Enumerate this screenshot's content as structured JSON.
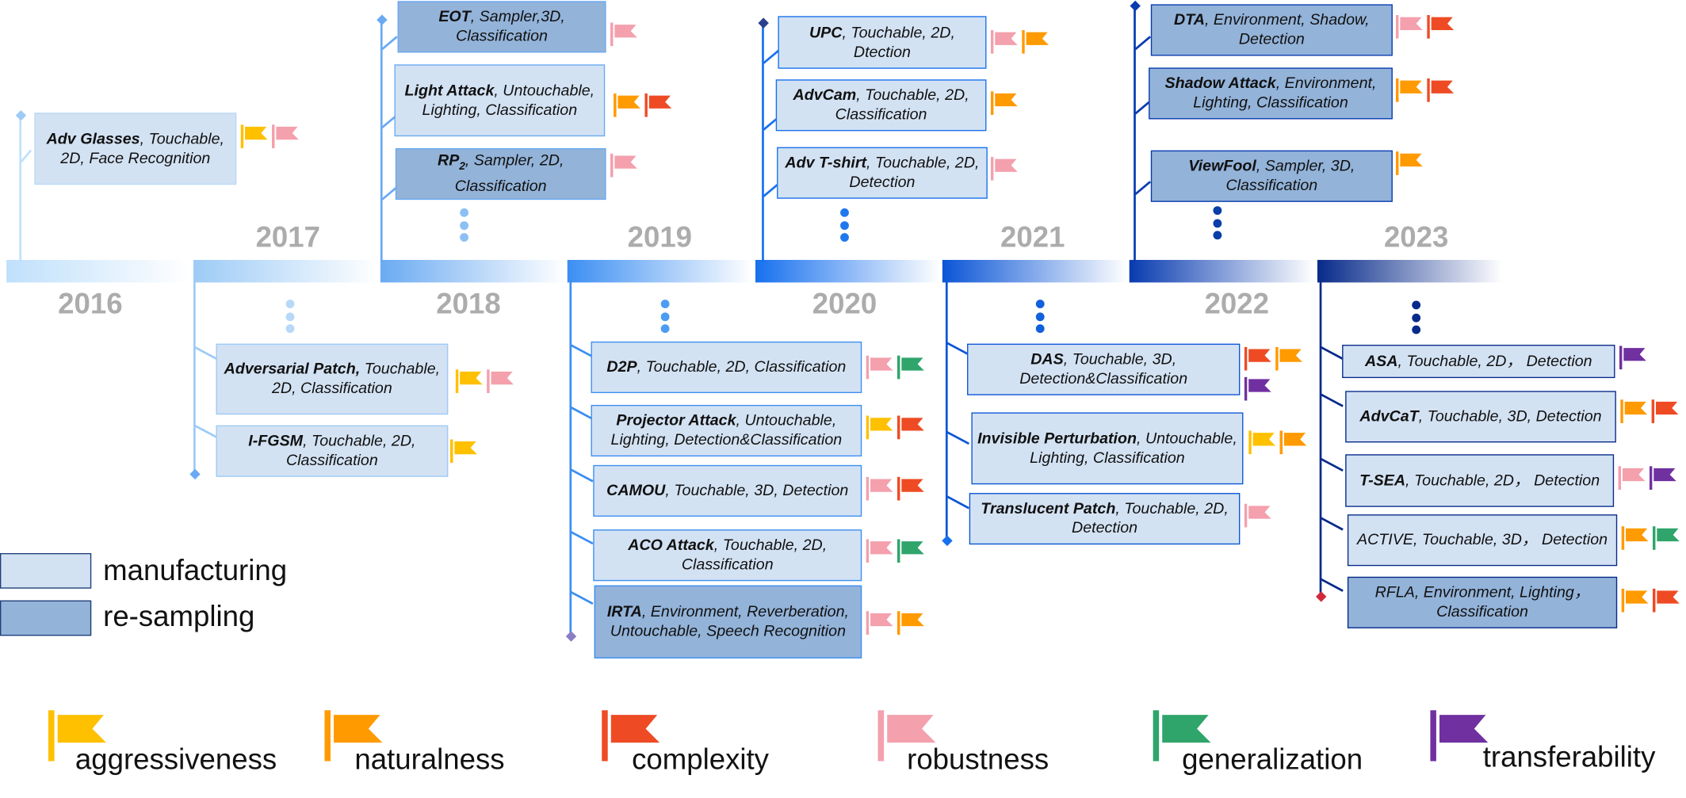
{
  "years": [
    "2016",
    "2017",
    "2018",
    "2019",
    "2020",
    "2021",
    "2022",
    "2023"
  ],
  "flag_colors": {
    "aggressiveness": "#ffc000",
    "naturalness": "#ff9a00",
    "complexity": "#ee4b24",
    "robustness": "#f4a0ad",
    "generalization": "#2fa56b",
    "transferability": "#7030a0"
  },
  "papers": [
    {
      "name": "Adv Glasses",
      "rest": ", Touchable, 2D, Face Recognition",
      "flags": [
        "aggressiveness",
        "robustness"
      ]
    },
    {
      "name": "Adversarial Patch,",
      "rest": " Touchable, 2D, Classification",
      "flags": [
        "aggressiveness",
        "robustness"
      ]
    },
    {
      "name": "I-FGSM",
      "rest": ", Touchable, 2D, Classification",
      "flags": [
        "aggressiveness"
      ]
    },
    {
      "name": "EOT",
      "rest": ", Sampler,3D, Classification",
      "flags": [
        "robustness"
      ]
    },
    {
      "name": "Light Attack",
      "rest": ", Untouchable, Lighting, Classification",
      "flags": [
        "naturalness",
        "complexity"
      ]
    },
    {
      "name": "RP",
      "sub": "2",
      "rest": ", Sampler, 2D, Classification",
      "flags": [
        "robustness"
      ]
    },
    {
      "name": "D2P",
      "rest": ", Touchable, 2D, Classification",
      "flags": [
        "robustness",
        "generalization"
      ]
    },
    {
      "name": "Projector Attack",
      "rest": ", Untouchable, Lighting, Detection&Classification",
      "flags": [
        "aggressiveness",
        "complexity"
      ]
    },
    {
      "name": "CAMOU",
      "rest": ", Touchable, 3D, Detection",
      "flags": [
        "robustness",
        "complexity"
      ]
    },
    {
      "name": "ACO Attack",
      "rest": ", Touchable, 2D, Classification",
      "flags": [
        "robustness",
        "generalization"
      ]
    },
    {
      "name": "IRTA",
      "rest": ", Environment, Reverberation, Untouchable, Speech  Recognition",
      "flags": [
        "robustness",
        "naturalness"
      ]
    },
    {
      "name": "UPC",
      "rest": ", Touchable, 2D, Dtection",
      "flags": [
        "robustness",
        "naturalness"
      ]
    },
    {
      "name": "AdvCam",
      "rest": ", Touchable, 2D, Classification",
      "flags": [
        "naturalness"
      ]
    },
    {
      "name": "Adv T-shirt",
      "rest": ", Touchable, 2D, Detection",
      "flags": [
        "robustness"
      ]
    },
    {
      "name": "DAS",
      "rest": ", Touchable, 3D, Detection&Classification",
      "flags": [
        "complexity",
        "naturalness",
        "transferability"
      ]
    },
    {
      "name": "Invisible Perturbation",
      "rest": ", Untouchable, Lighting, Classification",
      "flags": [
        "aggressiveness",
        "naturalness"
      ]
    },
    {
      "name": "Translucent Patch",
      "rest": ", Touchable, 2D, Detection",
      "flags": [
        "robustness"
      ]
    },
    {
      "name": "DTA",
      "rest": ", Environment, Shadow, Detection",
      "flags": [
        "robustness",
        "complexity"
      ]
    },
    {
      "name": "Shadow Attack",
      "rest": ", Environment, Lighting, Classification",
      "flags": [
        "naturalness",
        "complexity"
      ]
    },
    {
      "name": "ViewFool",
      "rest": ", Sampler, 3D, Classification",
      "flags": [
        "naturalness"
      ]
    },
    {
      "name": "ASA",
      "rest": ", Touchable, 2D， Detection",
      "flags": [
        "transferability"
      ]
    },
    {
      "name": "AdvCaT",
      "rest": ", Touchable, 3D, Detection",
      "flags": [
        "naturalness",
        "complexity"
      ]
    },
    {
      "name": "T-SEA",
      "rest": ", Touchable, 2D， Detection",
      "flags": [
        "robustness",
        "transferability"
      ]
    },
    {
      "plain": "ACTIVE, Touchable, 3D， Detection",
      "flags": [
        "naturalness",
        "generalization"
      ]
    },
    {
      "plain": "RFLA, Environment, Lighting， Classification",
      "flags": [
        "naturalness",
        "complexity"
      ]
    }
  ],
  "legend": {
    "manufacturing": "manufacturing",
    "resampling": "re-sampling",
    "aggressiveness": "aggressiveness",
    "naturalness": "naturalness",
    "complexity": "complexity",
    "robustness": "robustness",
    "generalization": "generalization",
    "transferability": "transferability"
  }
}
